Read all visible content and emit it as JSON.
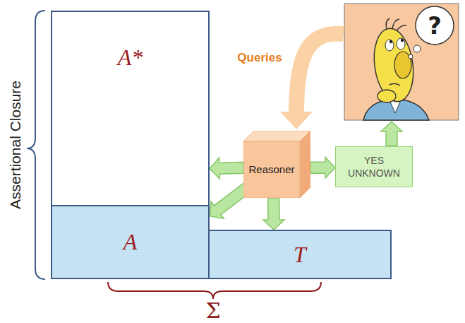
{
  "diagram": {
    "nodes": [
      {
        "text": [
          "A*"
        ]
      },
      {
        "text": [
          "A"
        ]
      },
      {
        "text": [
          "T"
        ]
      },
      {
        "text": [
          "Reasoner"
        ]
      },
      {
        "text": [
          "YES UNKNOWN"
        ]
      }
    ],
    "edges": [
      {
        "from": 3,
        "to": 0,
        "arrow": "to"
      },
      {
        "from": 3,
        "to": 1,
        "arrow": "to"
      },
      {
        "from": 3,
        "to": 2,
        "arrow": "to"
      },
      {
        "from": 3,
        "to": 4,
        "arrow": "to"
      }
    ],
    "labels": [
      "Assertional Closure",
      "Σ",
      "Queries",
      "?"
    ]
  }
}
